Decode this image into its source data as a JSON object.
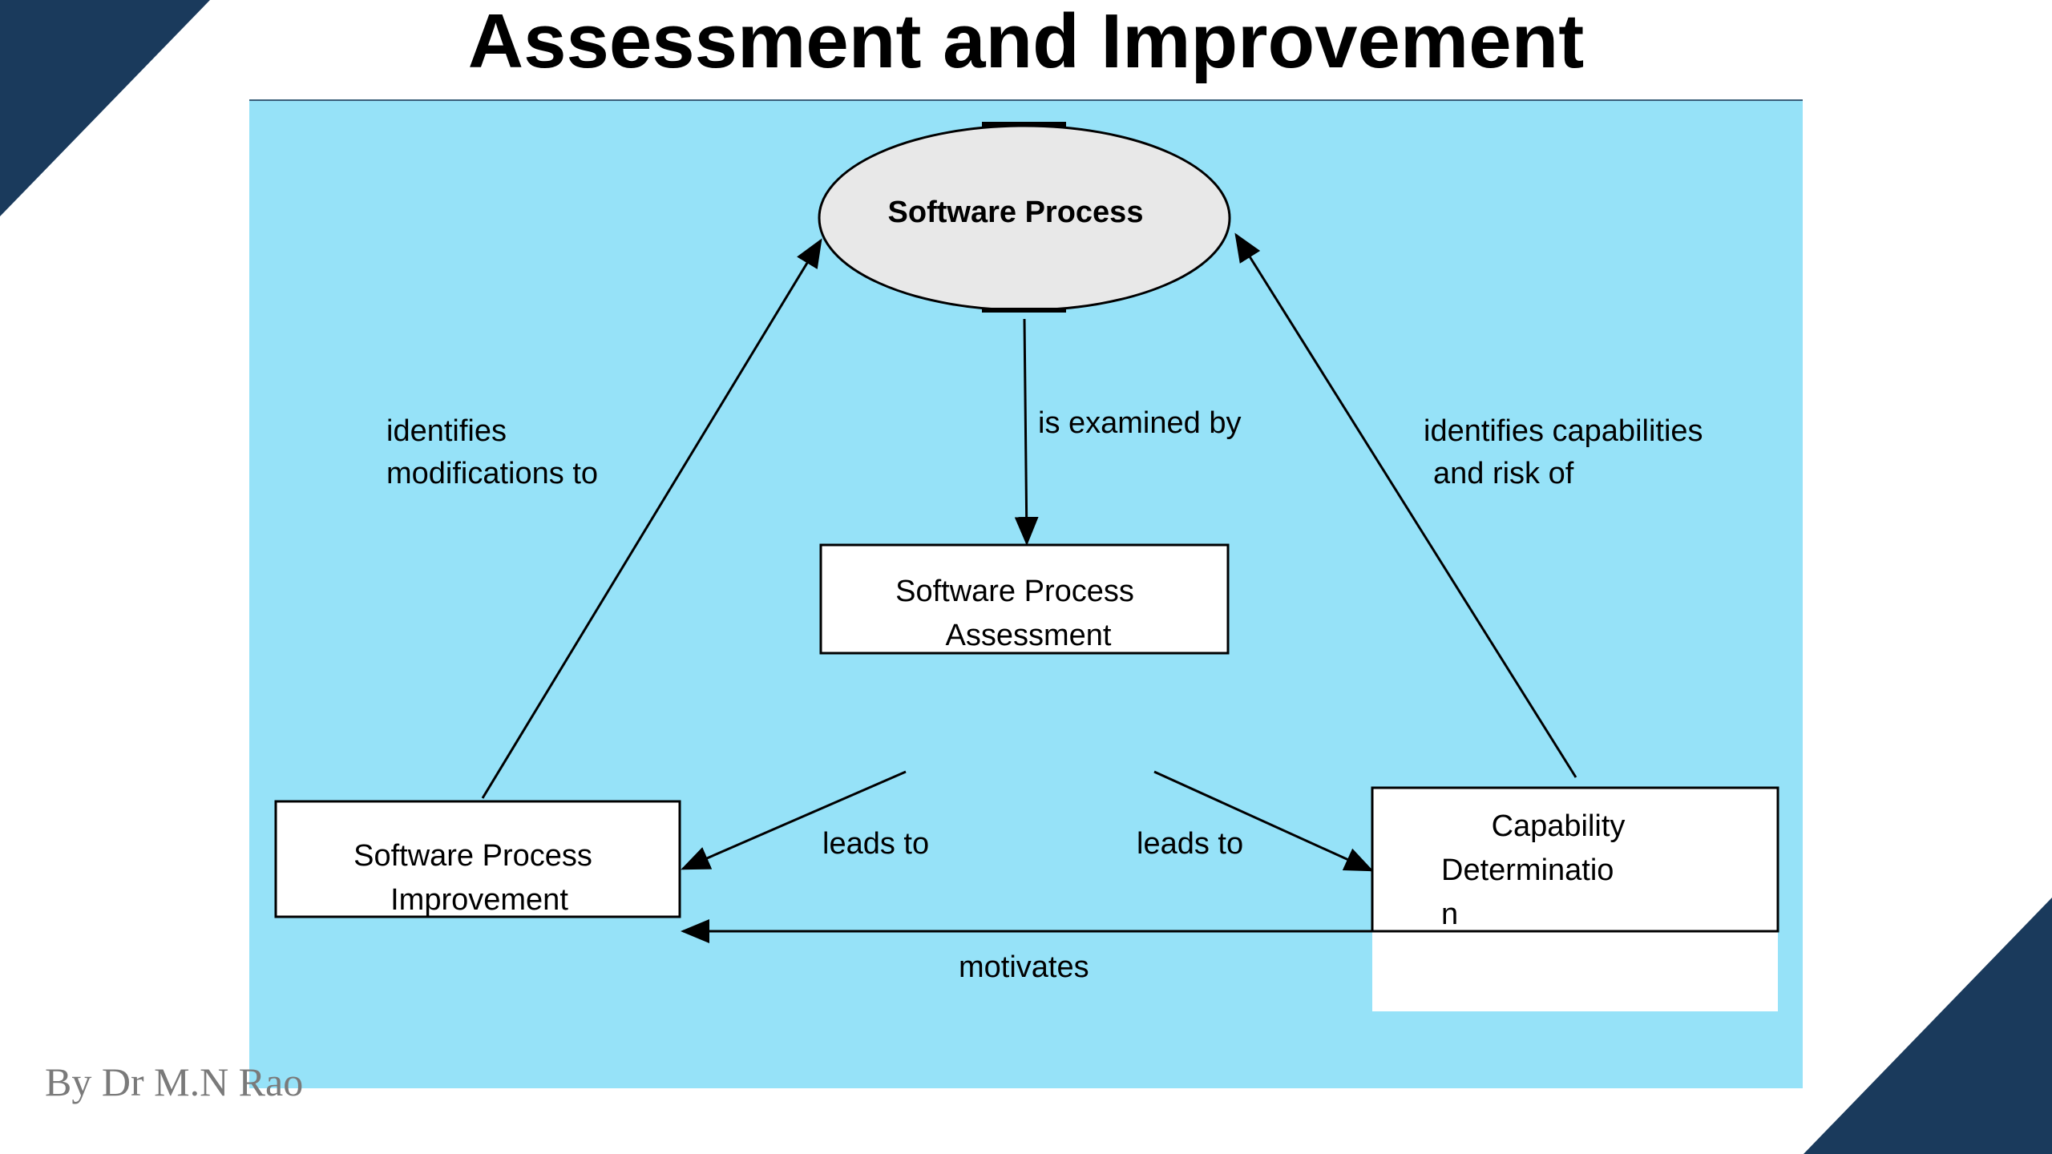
{
  "slide": {
    "title": "Assessment and Improvement",
    "author": "By Dr M.N Rao"
  },
  "colors": {
    "corner_navy": "#1a3a5c",
    "panel_blue": "#96e2f8",
    "ellipse_fill": "#e8e8e8",
    "box_fill": "#ffffff",
    "line": "#000000"
  },
  "diagram": {
    "nodes": {
      "process": "Software Process",
      "assessment_line1": "Software Process",
      "assessment_line2": "Assessment",
      "improvement_line1": "Software Process",
      "improvement_line2": "Improvement",
      "capability_line1": "Capability",
      "capability_line2": "Determinatio",
      "capability_line3": "n"
    },
    "edges": {
      "examined_by": "is examined by",
      "identifies_modifications_line1": "identifies",
      "identifies_modifications_line2": "modifications to",
      "identifies_capabilities_line1": "identifies capabilities",
      "identifies_capabilities_line2": "and risk of",
      "leads_to_left": "leads to",
      "leads_to_right": "leads to",
      "motivates": "motivates"
    }
  }
}
